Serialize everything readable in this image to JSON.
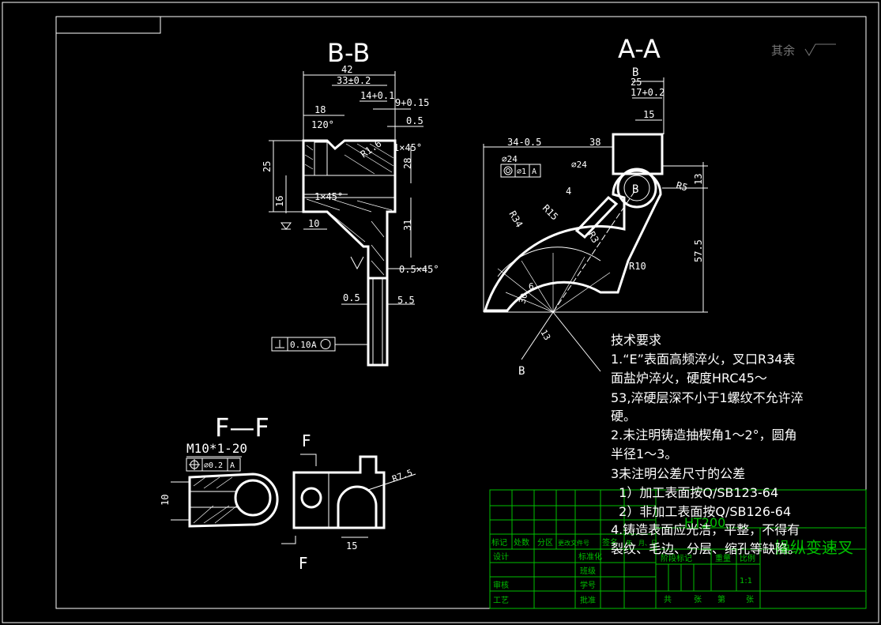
{
  "views": {
    "bb": {
      "title": "B-B",
      "dims": {
        "w42": "42",
        "w33": "33±0.2",
        "w14": "14+0.1",
        "w9": "9+0.15",
        "w18": "18",
        "w05": "0.5",
        "ang120": "120°",
        "h25": "25",
        "h28": "28",
        "h16": "16",
        "h31": "31",
        "w10": "10",
        "ch1": "1×45°",
        "ch1b": "1×45°",
        "ch05": "0.5×45°",
        "d05b": "0.5",
        "d55": "5.5",
        "r1": "R1.6"
      },
      "tolerance": "0.10",
      "tol_datum": "A"
    },
    "aa": {
      "title": "A-A",
      "cut_label": "B",
      "dims": {
        "w25": "25",
        "w17": "17+0.2",
        "w15": "15",
        "w34": "34-0.5",
        "w38": "38",
        "dia24": "⌀24",
        "dia24b": "⌀24",
        "r5": "R5",
        "r15": "R15",
        "r34": "R34",
        "r3": "R3",
        "r10": "R10",
        "four": "4",
        "h13": "13",
        "h575": "57.5",
        "d30": "30",
        "d13": "13",
        "d6": "6",
        "b": "B",
        "bb": "B"
      },
      "conc_val": "⌀1",
      "conc_datum": "A"
    },
    "ff": {
      "title": "F—F",
      "thread": "M10*1-20",
      "pos_val": "⌀0.2",
      "pos_datum": "A",
      "h10": "10",
      "cut_f1": "F",
      "cut_f2": "F",
      "r75": "R7.5",
      "w15": "15"
    }
  },
  "roughness_note": "其余",
  "notes": {
    "heading": "技术要求",
    "lines": [
      "1.“E”表面高频淬火，叉口R34表",
      "面盐炉淬火，硬度HRC45～",
      "53,淬硬层深不小于1螺纹不允许淬",
      "硬。",
      "2.未注明铸造抽楔角1～2°，圆角",
      "半径1～3。",
      "3未注明公差尺寸的公差",
      "  1）加工表面按Q/SB123-64",
      "  2）非加工表面按Q/SB126-64",
      "4.铸造表面应光洁，平整，不得有",
      "裂纹、毛边、分层、缩孔等缺陷。"
    ]
  },
  "title_block": {
    "material": "HT200",
    "part_name": "操纵变速叉",
    "row_labels": [
      "标记",
      "处数",
      "分区",
      "更改文件号",
      "签名",
      "年、月、日"
    ],
    "design": "设计",
    "std": "标准化",
    "review": "审核",
    "process": "工艺",
    "approve": "批准",
    "class": "班级",
    "student_no": "学号",
    "stage": "阶段标记",
    "weight": "重量",
    "scale": "比例",
    "scale_val": "1:1",
    "total": "共",
    "sheets": "张",
    "nth": "第",
    "sheet2": "张"
  }
}
